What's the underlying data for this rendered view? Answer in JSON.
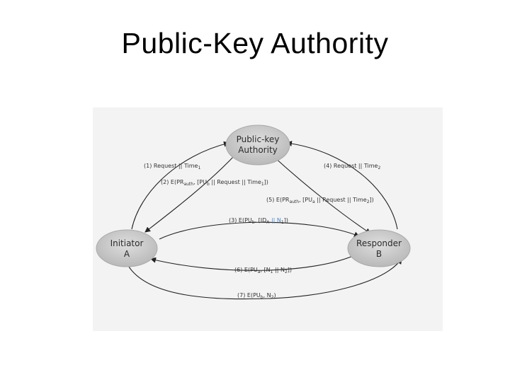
{
  "title": "Public-Key Authority",
  "diagram": {
    "nodes": {
      "authority": {
        "line1": "Public-key",
        "line2": "Authority"
      },
      "initiator": {
        "line1": "Initiator",
        "line2": "A"
      },
      "responder": {
        "line1": "Responder",
        "line2": "B"
      }
    },
    "messages": [
      {
        "step": "(1)",
        "text": "Request || Time",
        "sub": "1"
      },
      {
        "step": "(2)",
        "text": "E(PR",
        "sub": "auth",
        "rest": ", [PU",
        "sub2": "b",
        "rest2": " || Request || Time",
        "sub3": "1",
        "end": "])"
      },
      {
        "step": "(3)",
        "text": "E(PU",
        "sub": "b",
        "rest": ", [ID",
        "sub2": "A",
        "rest2": " || N",
        "sub3": "1",
        "end": "])"
      },
      {
        "step": "(4)",
        "text": "Request || Time",
        "sub": "2"
      },
      {
        "step": "(5)",
        "text": "E(PR",
        "sub": "auth",
        "rest": ", [PU",
        "sub2": "a",
        "rest2": " || Request || Time",
        "sub3": "2",
        "end": "])"
      },
      {
        "step": "(6)",
        "text": "E(PU",
        "sub": "a",
        "rest": ", [N",
        "sub2": "1",
        "rest2": " || N",
        "sub3": "2",
        "end": "])"
      },
      {
        "step": "(7)",
        "text": "E(PU",
        "sub": "b",
        "rest": ", N",
        "sub2": "2",
        "end": ")"
      }
    ]
  },
  "colors": {
    "node_fill": "#c9c9c9",
    "arrow": "#222222",
    "background": "#f3f3f3",
    "highlight": "#4f86c6"
  }
}
